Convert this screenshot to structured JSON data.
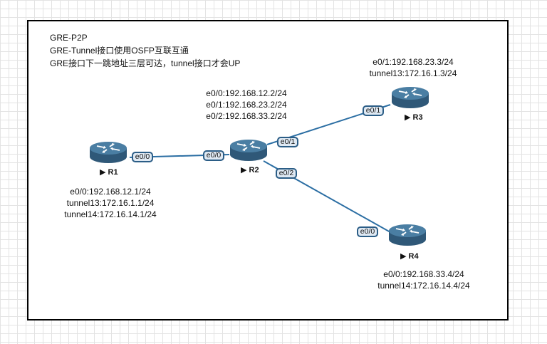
{
  "notes": {
    "title": "GRE-P2P",
    "line1": "GRE-Tunnel接口使用OSFP互联互通",
    "line2": "GRE接口下一跳地址三层可达，tunnel接口才会UP"
  },
  "routers": {
    "r1": {
      "label": "R1",
      "info": [
        "e0/0:192.168.12.1/24",
        "tunnel13:172.16.1.1/24",
        "tunnel14:172.16.14.1/24"
      ]
    },
    "r2": {
      "label": "R2",
      "info": [
        "e0/0:192.168.12.2/24",
        "e0/1:192.168.23.2/24",
        "e0/2:192.168.33.2/24"
      ]
    },
    "r3": {
      "label": "R3",
      "info": [
        "e0/1:192.168.23.3/24",
        "tunnel13:172.16.1.3/24"
      ]
    },
    "r4": {
      "label": "R4",
      "info": [
        "e0/0:192.168.33.4/24",
        "tunnel14:172.16.14.4/24"
      ]
    }
  },
  "ports": {
    "r1_e00": "e0/0",
    "r2_e00": "e0/0",
    "r2_e01": "e0/1",
    "r2_e02": "e0/2",
    "r3_e01": "e0/1",
    "r4_e00": "e0/0"
  },
  "colors": {
    "link": "#2b6ea3",
    "router_body": "#2f5878",
    "router_top": "#4a7ea3"
  },
  "icons": {
    "router": "router-icon",
    "arrow": "triangle-right-icon"
  }
}
